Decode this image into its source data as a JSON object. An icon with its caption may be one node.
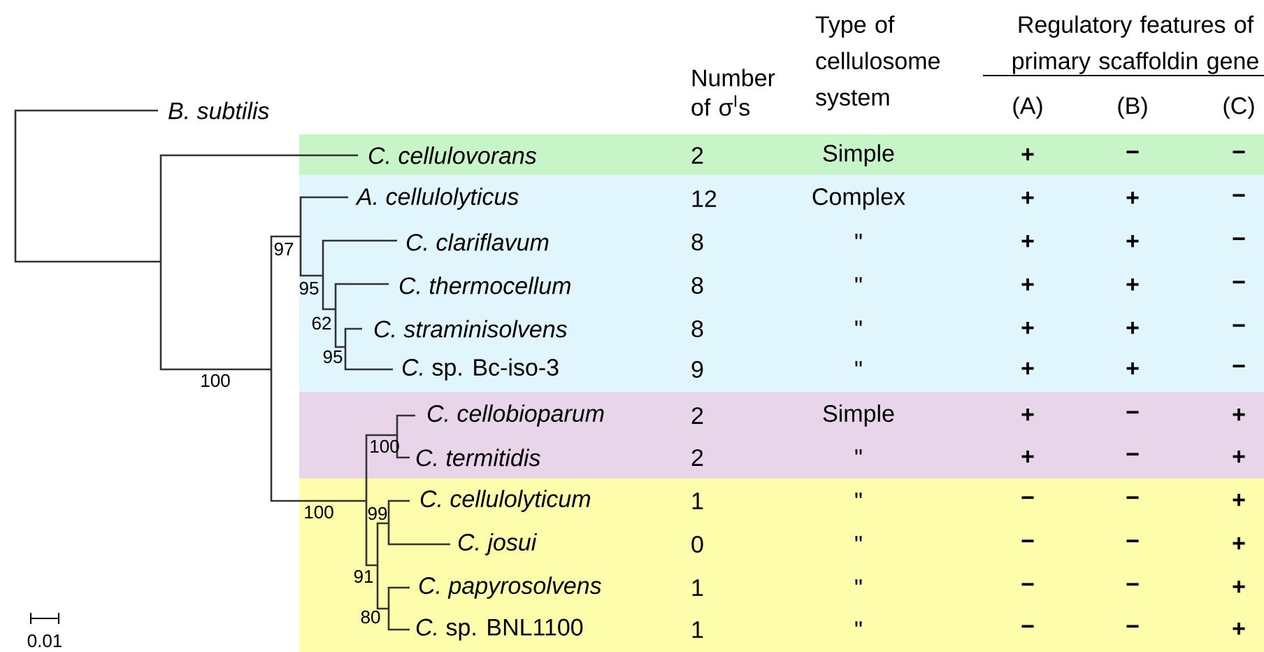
{
  "diagram": {
    "labels": [
      "Type of cellulosome system",
      "Regulatory features of primary scaffoldin gene",
      "Number of σ$^{I}$s",
      "B. subtilis",
      "(A)",
      "(B)",
      "(C)",
      "C. cellulovorans",
      "2",
      "Simple",
      "+",
      "−",
      "−",
      "A. cellulolyticus",
      "12",
      "Complex",
      "+",
      "+",
      "−",
      "C. clariflavum",
      "8",
      "\"",
      "+",
      "+",
      "−",
      "C. thermocellum",
      "8",
      "\"",
      "+",
      "+",
      "−",
      "C. straminisolvens",
      "8",
      "\"",
      "+",
      "+",
      "−",
      "*C.* sp. Bc-iso-3",
      "9",
      "\"",
      "+",
      "+",
      "−",
      "C. cellobioparum",
      "2",
      "Simple",
      "+",
      "−",
      "+",
      "C. termitidis",
      "2",
      "\"",
      "+",
      "−",
      "+",
      "C. cellulolyticum",
      "1",
      "\"",
      "−",
      "−",
      "+",
      "C. josui",
      "0",
      "\"",
      "−",
      "−",
      "+",
      "C. papyrosolvens",
      "1",
      "\"",
      "−",
      "−",
      "+",
      "*C.* sp. BNL1100",
      "1",
      "\"",
      "−",
      "−",
      "+",
      "97",
      "95",
      "62",
      "95",
      "100",
      "100",
      "100",
      "99",
      "91",
      "80",
      "0.01"
    ]
  }
}
